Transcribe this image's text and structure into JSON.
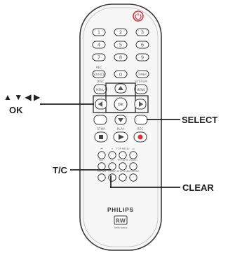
{
  "callouts": {
    "nav_arrows": "▲ ▼ ◀ ▶",
    "ok": "OK",
    "select": "SELECT",
    "tc": "T/C",
    "clear": "CLEAR"
  },
  "remote": {
    "brand": "PHILIPS",
    "rw_mark": "RW",
    "rw_sub": "ReWritable",
    "numpad": [
      "1",
      "2",
      "3",
      "4",
      "5",
      "6",
      "7",
      "8",
      "9",
      "0"
    ],
    "top_labels": {
      "rec": "REC",
      "source": "SOURCE",
      "timer": "TIMER"
    },
    "nav_labels": {
      "disc": "DISC",
      "menu": "MENU",
      "system": "SYSTEM",
      "system_menu": "MENU",
      "ok": "OK",
      "stop": "STOP",
      "play": "PLAY",
      "rec": "REC"
    },
    "edit_labels": {
      "row1": [
        "⏮",
        "⏸",
        "TOP MENU",
        "⏭"
      ],
      "row2": [
        "EDIT",
        "T/C",
        "RETURN",
        "AUDIO"
      ],
      "row3": [
        "REPEAT",
        "CLEAR",
        "SHUFFLE",
        "SUBTITLE"
      ]
    }
  },
  "colors": {
    "body_outline": "#3a3a3a",
    "body_fill": "#f7f7f7",
    "key_fill": "#ffffff",
    "key_stroke": "#3c3c3c",
    "record_red": "#e0303a",
    "callout_line": "#1f1f1f"
  }
}
